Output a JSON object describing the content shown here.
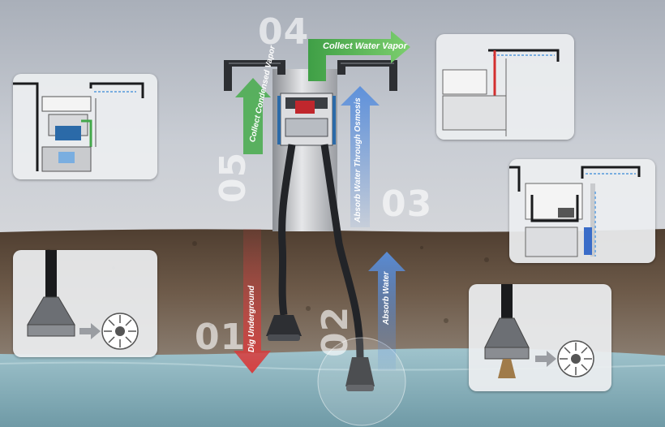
{
  "steps": {
    "s01": "01",
    "s02": "02",
    "s03": "03",
    "s04": "04",
    "s05": "05"
  },
  "labels": {
    "dig": "Dig Underground",
    "absorb": "Absorb Water",
    "osmosis": "Absorb Water Through Osmosis",
    "vapor": "Collect Water Vapor",
    "condensed": "Collect Condensed Vapor"
  },
  "colors": {
    "red_arrow": "#d83a3a",
    "blue_arrow": "#5a8fdc",
    "green_arrow": "#5cb85c",
    "soil": "#5e4c3c",
    "water": "#8fb6c0",
    "sky": "#c3c8d0"
  }
}
